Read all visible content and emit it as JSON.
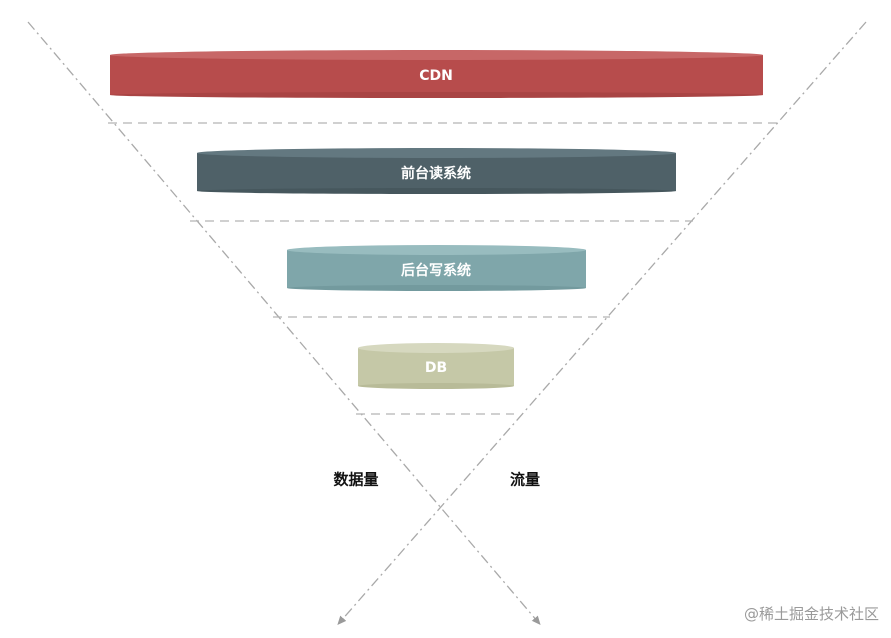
{
  "layers": [
    {
      "label": "CDN",
      "color": "#b74c4c",
      "shade": "#c76767"
    },
    {
      "label": "前台读系统",
      "color": "#4f6168",
      "shade": "#637880"
    },
    {
      "label": "后台写系统",
      "color": "#7fa6aa",
      "shade": "#98bcbf"
    },
    {
      "label": "DB",
      "color": "#c5c8a7",
      "shade": "#d6d8bf"
    }
  ],
  "axes": {
    "left_label": "数据量",
    "right_label": "流量"
  },
  "colors": {
    "line": "#a9a9a9",
    "divider": "#b5b5b5"
  },
  "watermark": "@稀土掘金技术社区"
}
